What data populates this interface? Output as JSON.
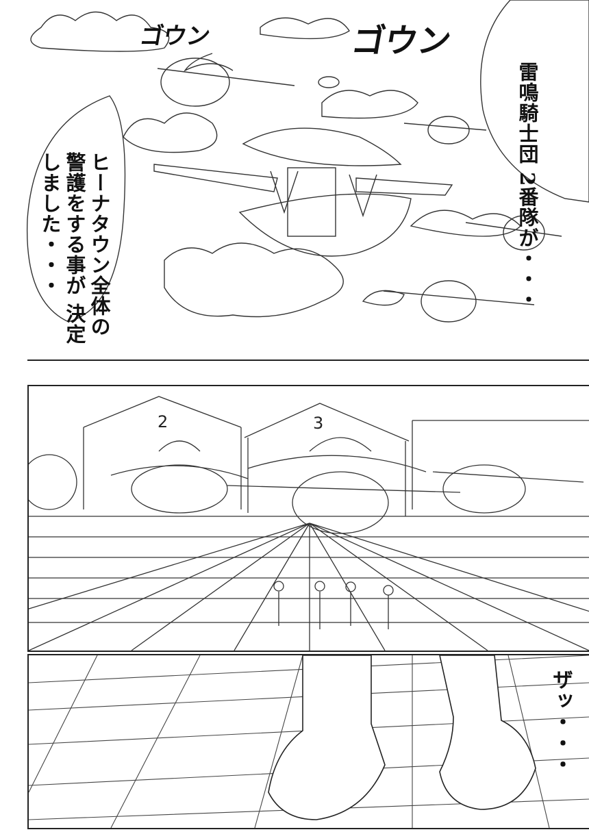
{
  "panel_top": {
    "sfx": [
      "ゴウン",
      "ゴウン"
    ],
    "bubble_right": [
      "雷鳴騎士団",
      "2番隊が・・・"
    ],
    "bubble_left": [
      "ヒーナタウン全体の",
      "警護をする事が",
      "決定しました・・・"
    ]
  },
  "panel_middle": {
    "hangar_numbers": [
      "2",
      "3"
    ]
  },
  "panel_bottom": {
    "sfx": "ザッ・・・"
  }
}
